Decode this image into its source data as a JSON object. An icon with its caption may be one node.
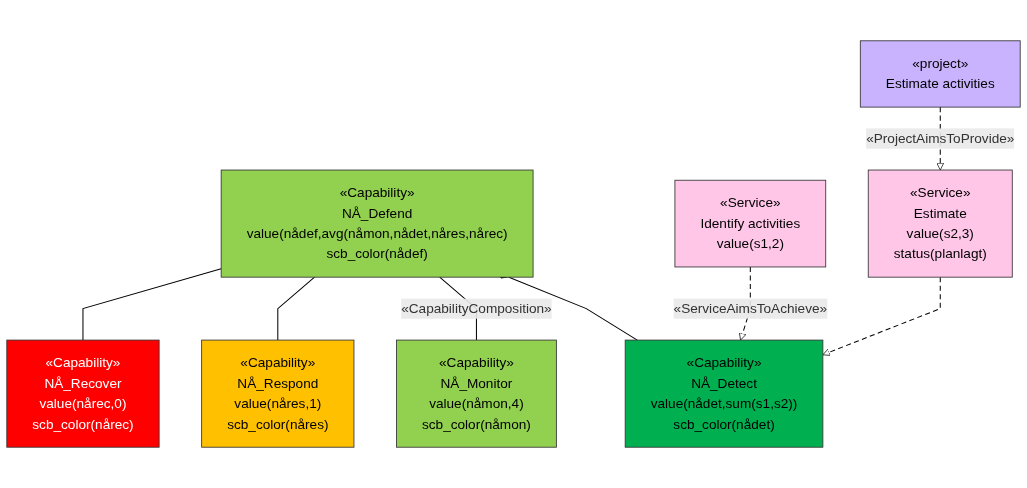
{
  "diagram": {
    "nodes": [
      {
        "text": [
          "«Capability»",
          "NÅ_Defend",
          "value(nådef,avg(nåmon,nådet,nåres,nårec)",
          "scb_color(nådef)"
        ]
      },
      {
        "text": [
          "«Capability»",
          "NÅ_Monitor",
          "value(nåmon,4)",
          "scb_color(nåmon)"
        ]
      },
      {
        "text": [
          "«Capability»",
          "NÅ_Detect",
          "value(nådet,sum(s1,s2))",
          "scb_color(nådet)"
        ]
      },
      {
        "text": [
          "«Capability»",
          "NÅ_Respond",
          "value(nåres,1)",
          "scb_color(nåres)"
        ]
      },
      {
        "text": [
          "«Capability»",
          "NÅ_Recover",
          "value(nårec,0)",
          "scb_color(nårec)"
        ]
      },
      {
        "text": [
          "«Service»",
          "Identify activities",
          "value(s1,2)"
        ]
      },
      {
        "text": [
          "«Service»",
          "Estimate",
          "value(s2,3)",
          "status(planlagt)"
        ]
      },
      {
        "text": [
          "«project»",
          "Estimate activities"
        ]
      }
    ],
    "edges": [
      {
        "from": 0,
        "to": 1,
        "arrow": "other",
        "label": "«CapabilityComposition»"
      },
      {
        "from": 0,
        "to": 2,
        "arrow": "other"
      },
      {
        "from": 0,
        "to": 3,
        "arrow": "other"
      },
      {
        "from": 0,
        "to": 4,
        "arrow": "other"
      },
      {
        "from": 5,
        "to": 2,
        "arrow": "to",
        "style": "dashed",
        "label": "«ServiceAimsToAchieve»"
      },
      {
        "from": 6,
        "to": 2,
        "arrow": "to",
        "style": "dashed"
      },
      {
        "from": 7,
        "to": 6,
        "arrow": "to",
        "style": "dashed",
        "label": "«ProjectAimsToProvide»"
      }
    ]
  }
}
